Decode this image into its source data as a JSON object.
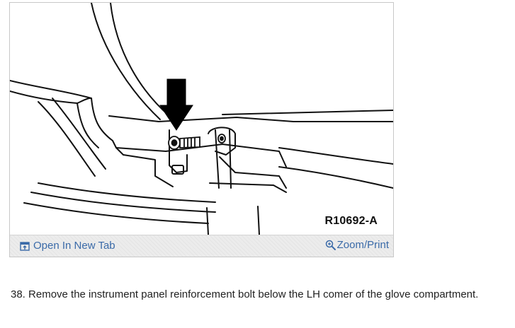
{
  "figure": {
    "reference_code": "R10692-A"
  },
  "toolbar": {
    "open_tab_label": "Open In New Tab",
    "zoom_label": "Zoom/Print",
    "open_tab_icon": "open-in-new-tab-icon",
    "zoom_icon": "magnifier-zoom-icon",
    "link_color": "#3a6aa8"
  },
  "step": {
    "text": "38. Remove the instrument panel reinforcement bolt below the LH comer of the glove compartment."
  }
}
